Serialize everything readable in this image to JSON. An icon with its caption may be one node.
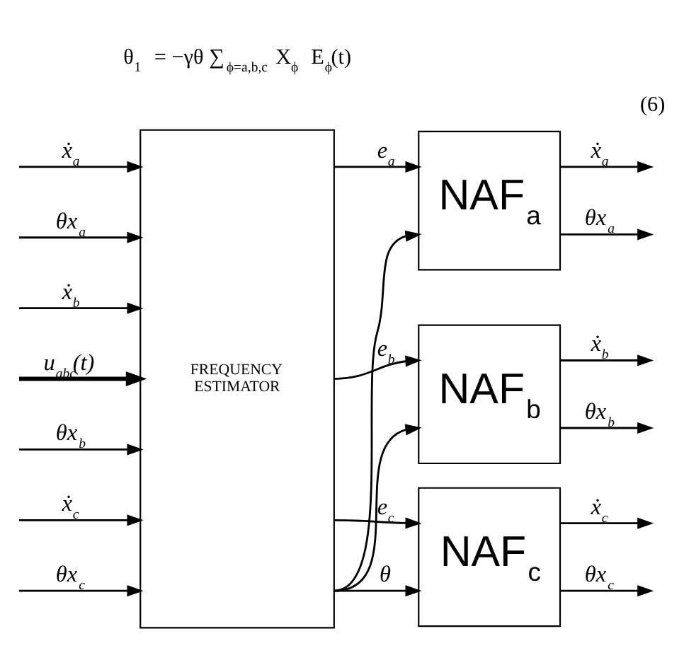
{
  "diagram": {
    "nodes": [
      {
        "text": [
          "FREQUENCY ESTIMATOR"
        ]
      },
      {
        "text": [
          "NAF$_{a}$"
        ]
      },
      {
        "text": [
          "NAF$_{b}$"
        ]
      },
      {
        "text": [
          "NAF$_{c}$"
        ]
      }
    ],
    "edges": [
      {
        "from": null,
        "to": 0,
        "arrow": "to",
        "label": "ẋ$_{a}$"
      },
      {
        "from": null,
        "to": 0,
        "arrow": "to",
        "label": "θx$_{a}$"
      },
      {
        "from": null,
        "to": 0,
        "arrow": "to",
        "label": "ẋ$_{b}$"
      },
      {
        "from": null,
        "to": 0,
        "arrow": "to",
        "label": "u$_{abc}$(t)",
        "style": "thick"
      },
      {
        "from": null,
        "to": 0,
        "arrow": "to",
        "label": "θx$_{b}$"
      },
      {
        "from": null,
        "to": 0,
        "arrow": "to",
        "label": "ẋ$_{c}$"
      },
      {
        "from": null,
        "to": 0,
        "arrow": "to",
        "label": "θx$_{c}$"
      },
      {
        "from": 0,
        "to": 1,
        "arrow": "to",
        "label": "e$_{a}$"
      },
      {
        "from": 0,
        "to": 1,
        "arrow": "to"
      },
      {
        "from": 0,
        "to": 2,
        "arrow": "to",
        "label": "e$_{b}$"
      },
      {
        "from": 0,
        "to": 2,
        "arrow": "to"
      },
      {
        "from": 0,
        "to": 3,
        "arrow": "to",
        "label": "e$_{c}$"
      },
      {
        "from": 0,
        "to": 3,
        "arrow": "to",
        "label": "θ"
      },
      {
        "from": 1,
        "to": null,
        "arrow": "to",
        "label": "ẋ$_{a}$"
      },
      {
        "from": 1,
        "to": null,
        "arrow": "to",
        "label": "θx$_{a}$"
      },
      {
        "from": 2,
        "to": null,
        "arrow": "to",
        "label": "ẋ$_{b}$"
      },
      {
        "from": 2,
        "to": null,
        "arrow": "to",
        "label": "θx$_{b}$"
      },
      {
        "from": 3,
        "to": null,
        "arrow": "to",
        "label": "ẋ$_{c}$"
      },
      {
        "from": 3,
        "to": null,
        "arrow": "to",
        "label": "θx$_{c}$"
      }
    ],
    "labels": [
      "θ$_{1}$ = −γθ ∑$_{ϕ=a,b,c}$ X$_{ϕ}$ E$_{ϕ}$(t)",
      "(6)"
    ]
  }
}
